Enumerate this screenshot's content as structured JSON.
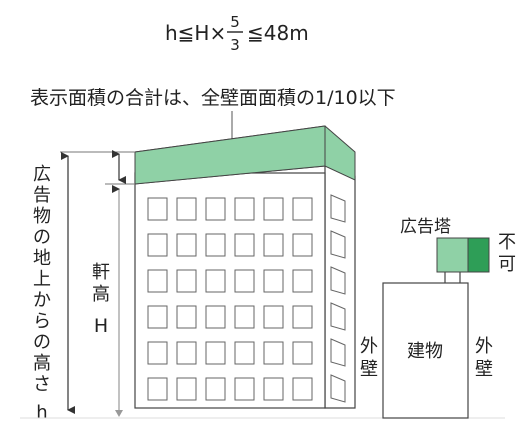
{
  "formula": {
    "lhs": "h≦H×",
    "numerator": "5",
    "denominator": "3",
    "rhs": "≦48m"
  },
  "caption": "表示面積の合計は、全壁面面積の1/10以下",
  "height_label": {
    "chars": [
      "広",
      "告",
      "物",
      "の",
      "地",
      "上",
      "か",
      "ら",
      "の",
      "高",
      "さ"
    ],
    "symbol": "h"
  },
  "eave_label": {
    "chars": [
      "軒",
      "高"
    ],
    "symbol": "H"
  },
  "tower_sign": {
    "label": "広告塔",
    "verdict_chars": [
      "不",
      "可"
    ]
  },
  "right_building": {
    "label": "建物",
    "wall_left_chars": [
      "外",
      "壁"
    ],
    "wall_right_chars": [
      "外",
      "壁"
    ]
  },
  "colors": {
    "sign_band": "#8fd1a6",
    "sign_light": "#8fd1a6",
    "sign_dark": "#2e9e57",
    "lines": "#555555"
  }
}
